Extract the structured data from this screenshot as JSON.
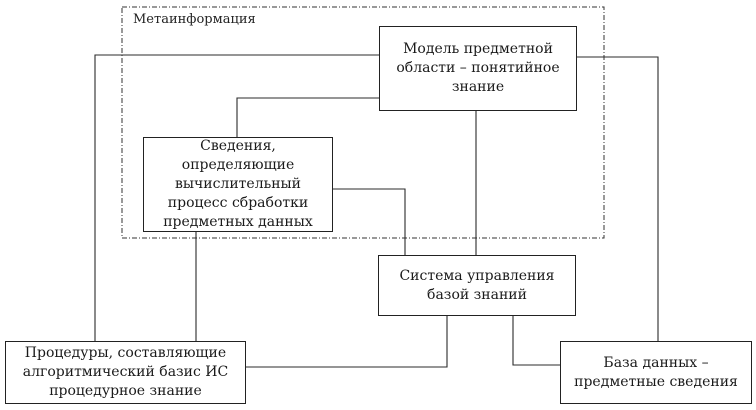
{
  "diagram": {
    "meta_region_label": "Метаинформация",
    "nodes": {
      "domain_model": {
        "label": "Модель предметной области – понятийное знание"
      },
      "computation_info": {
        "label": "Сведения, определяющие вычислительный процесс сбработки предметных данных"
      },
      "kb_management": {
        "label": "Система управления базой знаний"
      },
      "procedures": {
        "label": "Процедуры, составляющие алгоритмический базис ИС процедурное знание"
      },
      "database": {
        "label": "База данных – предметные сведения"
      }
    },
    "colors": {
      "line": "#2b2b2b",
      "box_border": "#222222",
      "background": "#ffffff"
    }
  }
}
